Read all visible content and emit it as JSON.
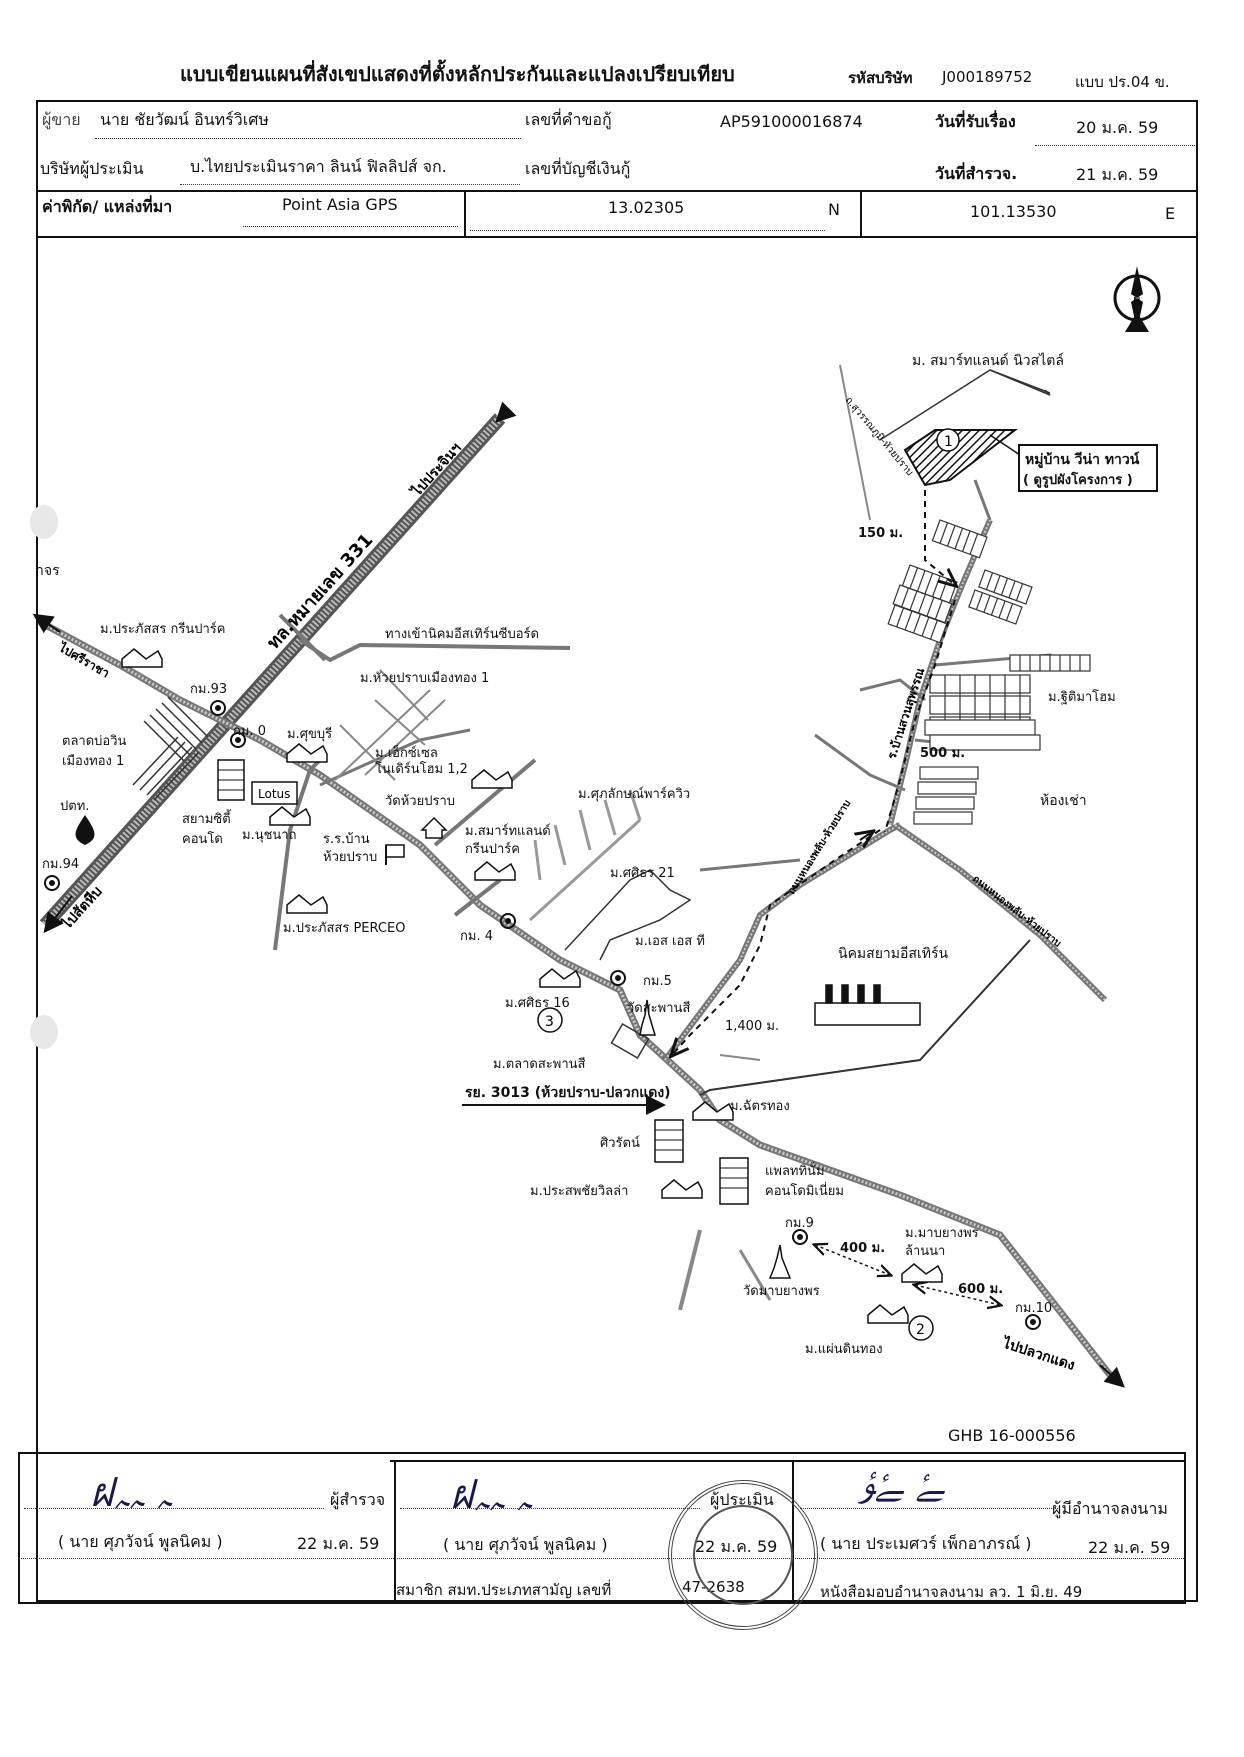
{
  "header": {
    "title": "แบบเขียนแผนที่สังเขปแสดงที่ตั้งหลักประกันและแปลงเปรียบเทียบ",
    "company_code_label": "รหัสบริษัท",
    "company_code": "J000189752",
    "form_code": "แบบ ปร.04 ข."
  },
  "info": {
    "borrower_label": "ผู้ขาย",
    "borrower_name": "นาย ชัยวัฒน์   อินทร์วิเศษ",
    "loan_request_label": "เลขที่คำขอกู้",
    "loan_request_no": "AP591000016874",
    "received_date_label": "วันที่รับเรื่อง",
    "received_date": "20 ม.ค. 59",
    "appraiser_company_label": "บริษัทผู้ประเมิน",
    "appraiser_company": "บ.ไทยประเมินราคา ลินน์ ฟิลลิปส์ จก.",
    "loan_account_label": "เลขที่บัญชีเงินกู้",
    "survey_date_label": "วันที่สำรวจ.",
    "survey_date": "21 ม.ค. 59",
    "coord_label": "ค่าพิกัด/ แหล่งที่มา",
    "coord_source": "Point Asia GPS",
    "lat": "13.02305",
    "lat_dir": "N",
    "lon": "101.13530",
    "lon_dir": "E"
  },
  "map": {
    "north": "N",
    "road_331": "ทล.หมายเลข 331",
    "to_prachinburi": "ไปประจินฯ",
    "to_sriracha": "ไปศรีราชา",
    "to_sattahip": "ไปสัตหีบ",
    "to_pluak_daeng": "ไปปลวกแดง",
    "road_3013": "รย. 3013 (ห้วยปราบ-ปลวกแดง)",
    "road_ban_suan": "ร.บ้านสวนสุพรรณ",
    "road_rayong": "ถนนหนองพลับ-ห้วยปราบ",
    "road_rayong2": "ถนนหนองพลับ-ห้วยปราบ",
    "road_soi": "ถ.สุวรรณภูมิ-หัวยปราบ",
    "industrial_entrance": "ทางเข้านิคมอีสเทิร์นซีบอร์ด",
    "km93": "กม.93",
    "km0": "กม. 0",
    "km94": "กม.94",
    "km4": "กม. 4",
    "km5": "กม.5",
    "km9": "กม.9",
    "km10": "กม.10",
    "prakasas_green": "ม.ประภัสสร กรีนปาร์ค",
    "market_bowin": "ตลาดบ่อวิน",
    "muang_thong_1": "เมืองทอง 1",
    "ptt": "ปตท.",
    "huay_prab_muangthong": "ม.หัวยปราบเมืองทอง 1",
    "siam_city": "สยามซิตี้",
    "condo": "คอนโด",
    "lotus": "Lotus",
    "sukburi": "ม.ศุขบุรี",
    "nutchanat": "ม.นุชนาถ",
    "school": "ร.ร.บ้าน",
    "school2": "ห้วยปราบ",
    "excel": "ม.เอ็กซ์เซล",
    "excel2": "โนเดิร์นโฮม 1,2",
    "wat_huay_prab": "วัดห้วยปราบ",
    "smart_green": "ม.สมาร์ทแลนด์",
    "smart_green2": "กรีนปาร์ค",
    "perceo": "ม.ประภัสสร PERCEO",
    "suklak": "ม.ศุภลักษณ์พาร์ควิว",
    "sirin21": "ม.ศศิธร 21",
    "ss": "ม.เอส เอส ที",
    "sirin16": "ม.ศศิธร 16",
    "wat_saphan": "วัดสะพานสี",
    "market_saphan": "ม.ตลาดสะพานสี",
    "chatthong": "ม.ฉัตรทอง",
    "siwat": "ศิวรัตน์",
    "platinum": "แพลททินั่ม",
    "platinum2": "คอนโดมิเนี่ยม",
    "prasop": "ม.ประสพชัยวิลล่า",
    "wat_mab": "วัดมาบยางพร",
    "mab_lanna": "ม.มาบยางพร",
    "mab_lanna2": "ล้านนา",
    "paendin": "ม.แผ่นดินทอง",
    "siam_eastern": "นิคมสยามอีสเทิร์น",
    "smart_new": "ม. สมาร์ทแลนด์ นิวสไตล์",
    "villa_town": "หมู่บ้าน วีน่า ทาวน์",
    "villa_town2": "( ดูรูปผังโครงการ )",
    "rudima": "ม.ฐิติมาโฮม",
    "rooms": "ห้องเช่า",
    "d150": "150 ม.",
    "d500": "500 ม.",
    "d1400": "1,400 ม.",
    "d400": "400 ม.",
    "d600": "600 ม.",
    "marker1": "1",
    "marker2": "2",
    "marker3": "3",
    "ghb": "GHB 16-000556",
    "left_fragment": "าจร"
  },
  "footer": {
    "surveyor_label": "ผู้สำรวจ",
    "surveyor_name": "( นาย ศุภวัจน์  พูลนิคม )",
    "surveyor_date": "22 ม.ค. 59",
    "appraiser_label": "ผู้ประเมิน",
    "appraiser_name": "( นาย ศุภวัจน์  พูลนิคม )",
    "appraiser_date": "22 ม.ค. 59",
    "member_label": "สมาชิก สมท.ประเภทสามัญ เลขที่",
    "member_no": "47-2638",
    "authorized_label": "ผู้มีอำนาจลงนาม",
    "authorized_name": "( นาย ประเมศวร์  เพ็กอาภรณ์ )",
    "authorized_date": "22 ม.ค. 59",
    "power_letter": "หนังสือมอบอำนาจลงนาม  ลว.   1  มิ.ย. 49"
  }
}
